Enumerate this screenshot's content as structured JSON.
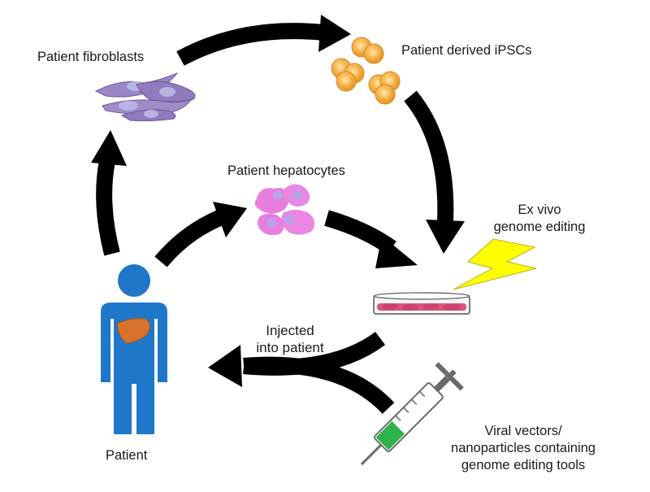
{
  "labels": {
    "fibroblasts": "Patient fibroblasts",
    "ipscs": "Patient derived iPSCs",
    "hepatocytes": "Patient hepatocytes",
    "ex_vivo": "Ex vivo\ngenome editing",
    "injected": "Injected\ninto patient",
    "viral": "Viral vectors/\nnanoparticles containing\ngenome editing tools",
    "patient": "Patient"
  },
  "colors": {
    "arrow": "#000000",
    "patient_body": "#1f77c9",
    "liver": "#d9732c",
    "fibroblast": "#9a86c4",
    "ipsc": "#f2a52e",
    "hepatocyte": "#e87ee0",
    "dish_cells": "#d9557a",
    "lightning": "#ffff00",
    "syringe_fluid": "#2eb34a"
  }
}
